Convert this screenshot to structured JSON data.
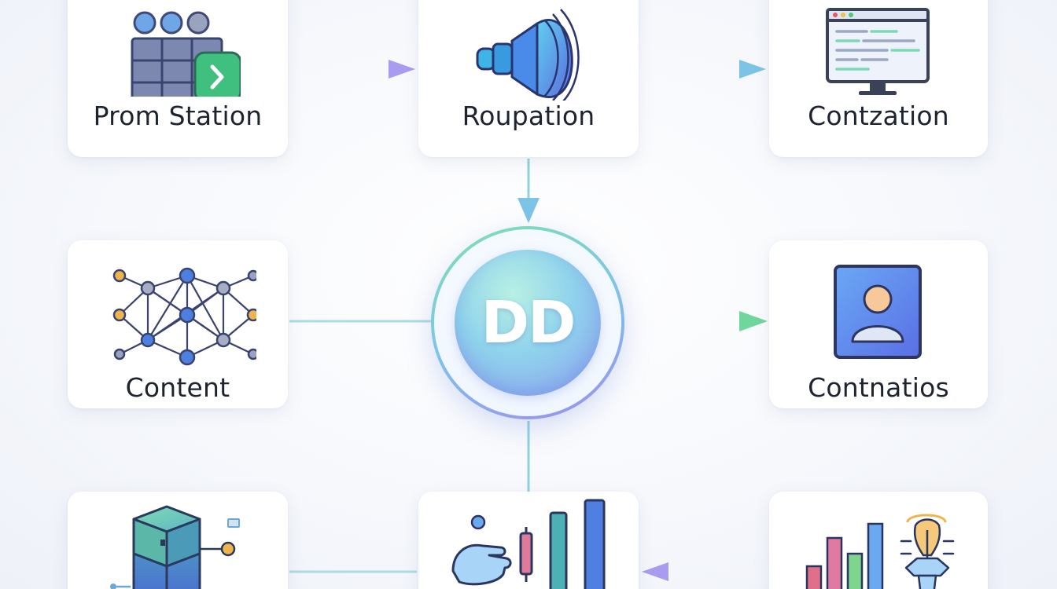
{
  "nodes": {
    "prom_station": {
      "label": "Prom Station",
      "icon": "grid-with-arrow-icon"
    },
    "roupation": {
      "label": "Roupation",
      "icon": "speaker-wave-icon"
    },
    "contzation": {
      "label": "Contzation",
      "icon": "monitor-code-icon"
    },
    "content": {
      "label": "Content",
      "icon": "network-graph-icon"
    },
    "contnatios": {
      "label": "Contnatios",
      "icon": "user-profile-icon"
    },
    "node_bottom_left": {
      "label": "",
      "icon": "cube-stack-icon"
    },
    "node_bottom_center": {
      "label": "",
      "icon": "hand-bar-chart-icon"
    },
    "node_bottom_right": {
      "label": "",
      "icon": "bar-chart-bulb-icon"
    }
  },
  "hub": {
    "label": "DD"
  },
  "colors": {
    "arrow_purple": "#a99bf0",
    "arrow_blue": "#7cc4e6",
    "arrow_green": "#6fd69c",
    "line_teal": "#8fd2dc",
    "hub_ring_start": "#7fe0b0",
    "hub_ring_end": "#9a8ff0"
  }
}
